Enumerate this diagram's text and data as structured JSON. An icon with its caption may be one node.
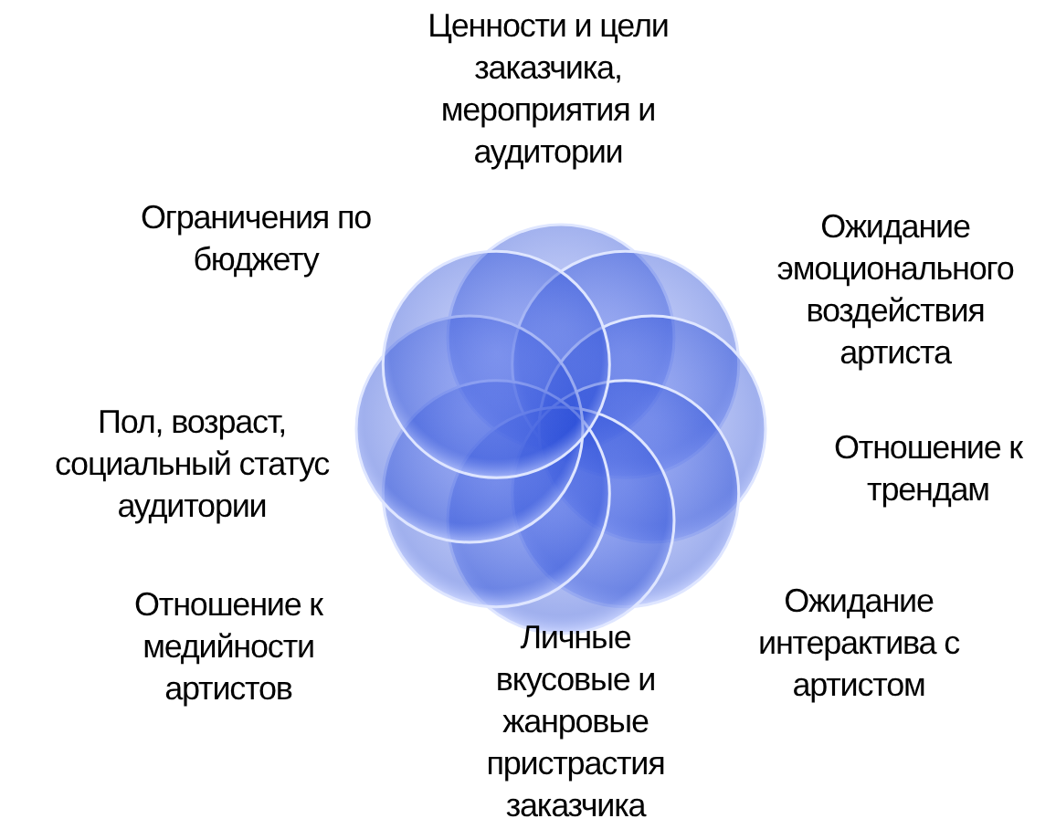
{
  "diagram": {
    "labels": [
      "Ценности и цели заказчика, мероприятия и аудитории",
      "Ограничения по бюджету",
      "Ожидание эмоционального воздействия артиста",
      "Пол, возраст, социальный статус аудитории",
      "Отношение к трендам",
      "Отношение к медийности артистов",
      "Ожидание интерактива с артистом",
      "Личные вкусовые и жанровые пристрастия заказчика"
    ]
  }
}
